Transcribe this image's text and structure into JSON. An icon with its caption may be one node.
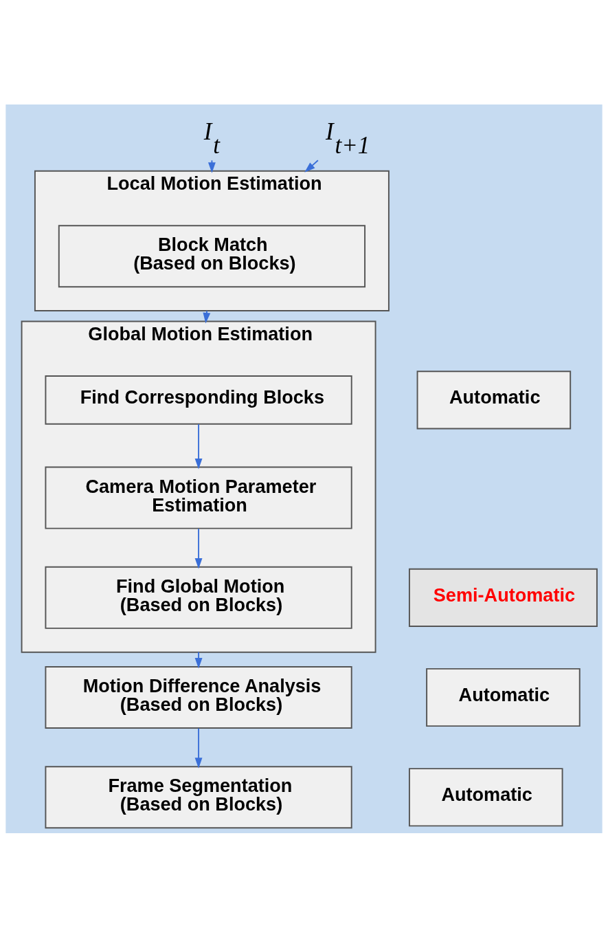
{
  "diagram": {
    "nodes": [
      {
        "text": [
          "I$_{t}$"
        ]
      },
      {
        "text": [
          "I$_{t+1}$"
        ]
      },
      {
        "text": [
          "Local Motion Estimation"
        ]
      },
      {
        "text": [
          "Block Match (Based on Blocks)"
        ],
        "in": 2
      },
      {
        "text": [
          "Automatic"
        ]
      },
      {
        "text": [
          "Global Motion Estimation"
        ]
      },
      {
        "text": [
          "Find Corresponding Blocks"
        ],
        "in": 5
      },
      {
        "text": [
          "Semi-Automatic"
        ]
      },
      {
        "text": [
          "Camera Motion Parameter Estimation"
        ],
        "in": 5
      },
      {
        "text": [
          "Find Global Motion (Based on Blocks)"
        ],
        "in": 5
      },
      {
        "text": [
          "Motion Difference Analysis (Based on Blocks)"
        ]
      },
      {
        "text": [
          "Automatic"
        ]
      },
      {
        "text": [
          "Frame Segmentation (Based on Blocks)"
        ]
      },
      {
        "text": [
          "Automatic"
        ]
      }
    ],
    "edges": [
      {
        "from": 0,
        "to": 2,
        "arrow": "to"
      },
      {
        "from": 1,
        "to": 2,
        "arrow": "to"
      },
      {
        "from": 2,
        "to": 5,
        "arrow": "to"
      },
      {
        "from": 6,
        "to": 8,
        "arrow": "to"
      },
      {
        "from": 8,
        "to": 9,
        "arrow": "to"
      },
      {
        "from": 5,
        "to": 10,
        "arrow": "to"
      },
      {
        "from": 10,
        "to": 12,
        "arrow": "to"
      }
    ]
  }
}
